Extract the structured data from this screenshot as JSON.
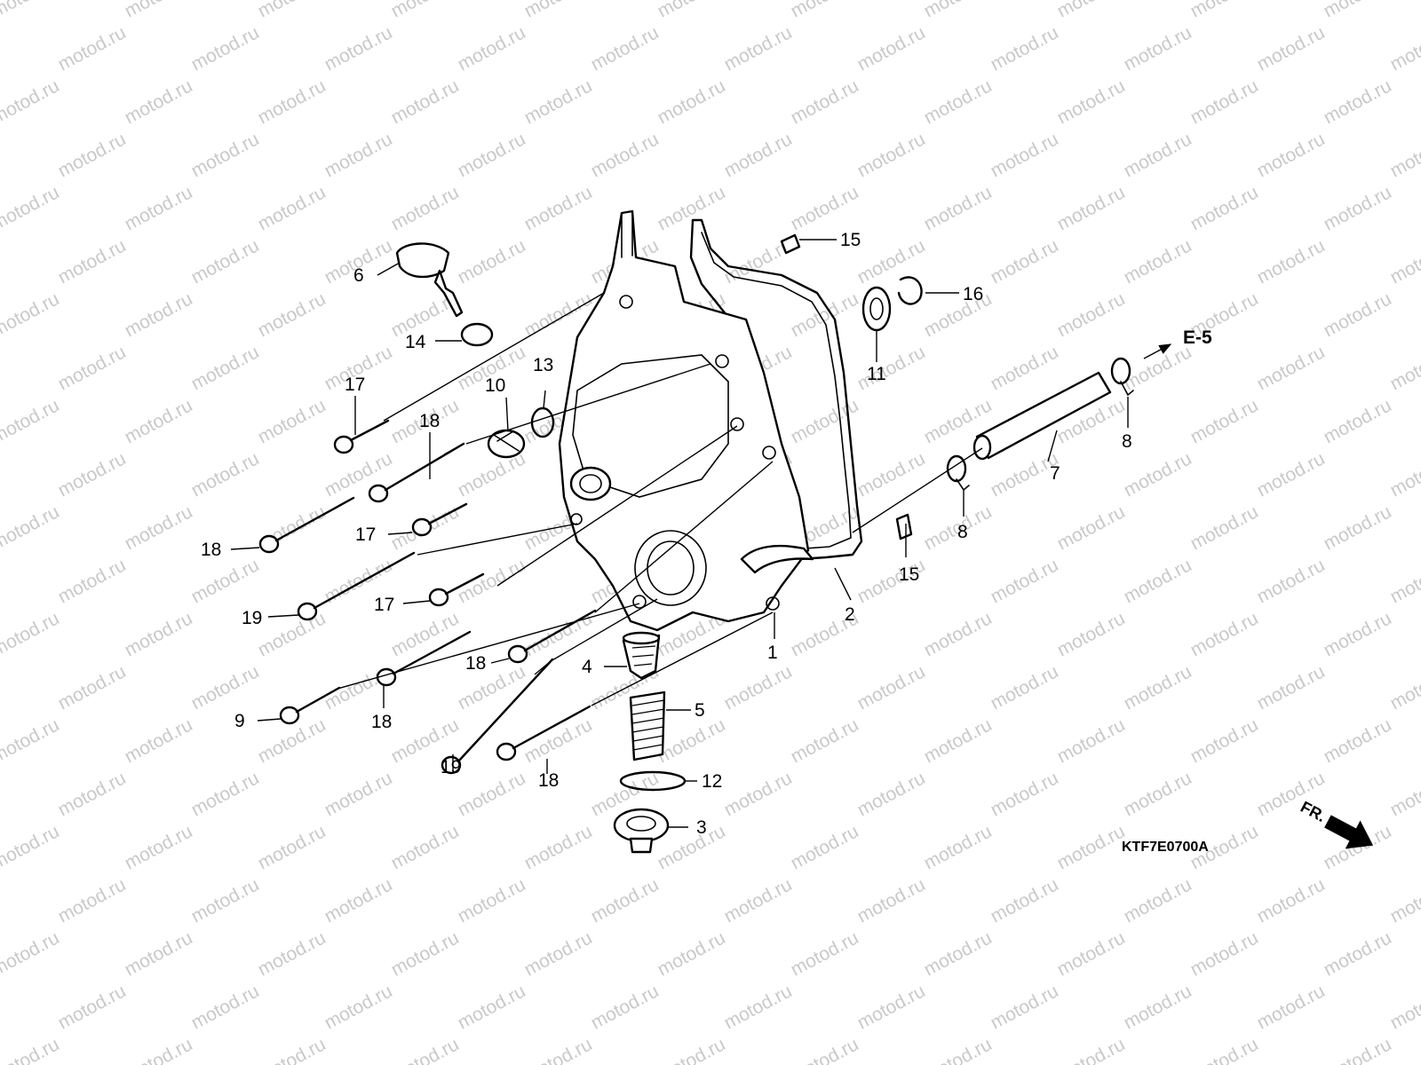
{
  "watermark": "motod.ru",
  "diagram_code": "KTF7E0700A",
  "front_marker": "FR.",
  "reference_label": "E-5",
  "callouts": [
    {
      "id": "1",
      "text": "1"
    },
    {
      "id": "2",
      "text": "2"
    },
    {
      "id": "3",
      "text": "3"
    },
    {
      "id": "4",
      "text": "4"
    },
    {
      "id": "5",
      "text": "5"
    },
    {
      "id": "6",
      "text": "6"
    },
    {
      "id": "7",
      "text": "7"
    },
    {
      "id": "8a",
      "text": "8"
    },
    {
      "id": "8b",
      "text": "8"
    },
    {
      "id": "9",
      "text": "9"
    },
    {
      "id": "10",
      "text": "10"
    },
    {
      "id": "11",
      "text": "11"
    },
    {
      "id": "12",
      "text": "12"
    },
    {
      "id": "13",
      "text": "13"
    },
    {
      "id": "14",
      "text": "14"
    },
    {
      "id": "15a",
      "text": "15"
    },
    {
      "id": "15b",
      "text": "15"
    },
    {
      "id": "16",
      "text": "16"
    },
    {
      "id": "17a",
      "text": "17"
    },
    {
      "id": "17b",
      "text": "17"
    },
    {
      "id": "17c",
      "text": "17"
    },
    {
      "id": "18a",
      "text": "18"
    },
    {
      "id": "18b",
      "text": "18"
    },
    {
      "id": "18c",
      "text": "18"
    },
    {
      "id": "18d",
      "text": "18"
    },
    {
      "id": "18e",
      "text": "18"
    },
    {
      "id": "19a",
      "text": "19"
    },
    {
      "id": "19b",
      "text": "19"
    }
  ],
  "colors": {
    "ink": "#000000",
    "watermark": "#c9c9c9",
    "background": "#ffffff"
  }
}
